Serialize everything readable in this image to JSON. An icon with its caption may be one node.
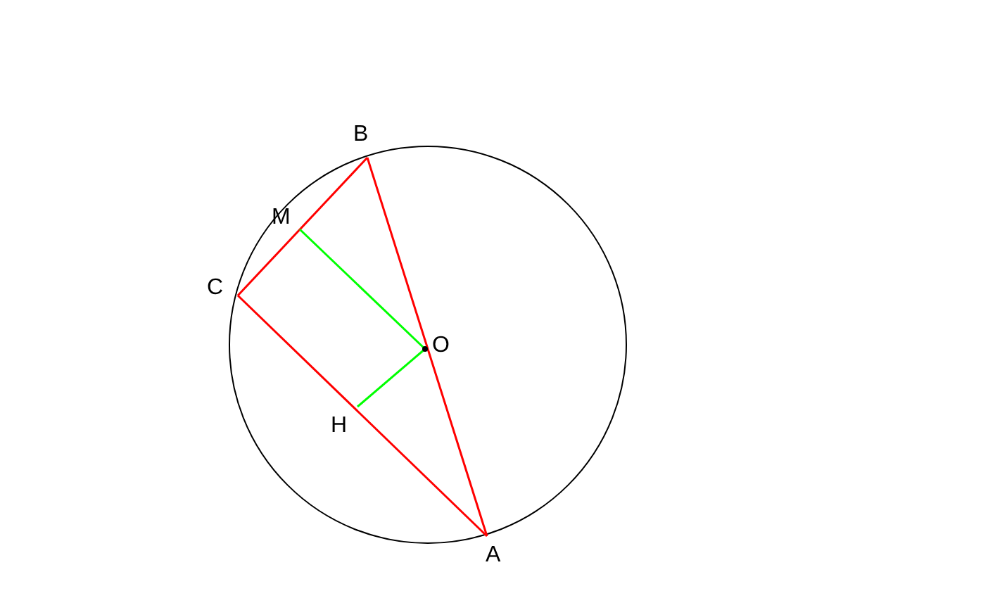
{
  "diagram": {
    "nodes": [
      {
        "text": [
          "B"
        ]
      },
      {
        "text": [
          "M"
        ]
      },
      {
        "text": [
          "C"
        ]
      },
      {
        "text": [
          "O"
        ]
      },
      {
        "text": [
          "H"
        ]
      },
      {
        "text": [
          "A"
        ]
      }
    ],
    "edges": [
      {
        "from": 0,
        "to": 2,
        "arrow": "none"
      },
      {
        "from": 2,
        "to": 5,
        "arrow": "none"
      },
      {
        "from": 5,
        "to": 0,
        "arrow": "none"
      },
      {
        "from": 1,
        "to": 3,
        "arrow": "none",
        "color": "#00ff00"
      },
      {
        "from": 3,
        "to": 4,
        "arrow": "none",
        "color": "#00ff00"
      }
    ]
  }
}
